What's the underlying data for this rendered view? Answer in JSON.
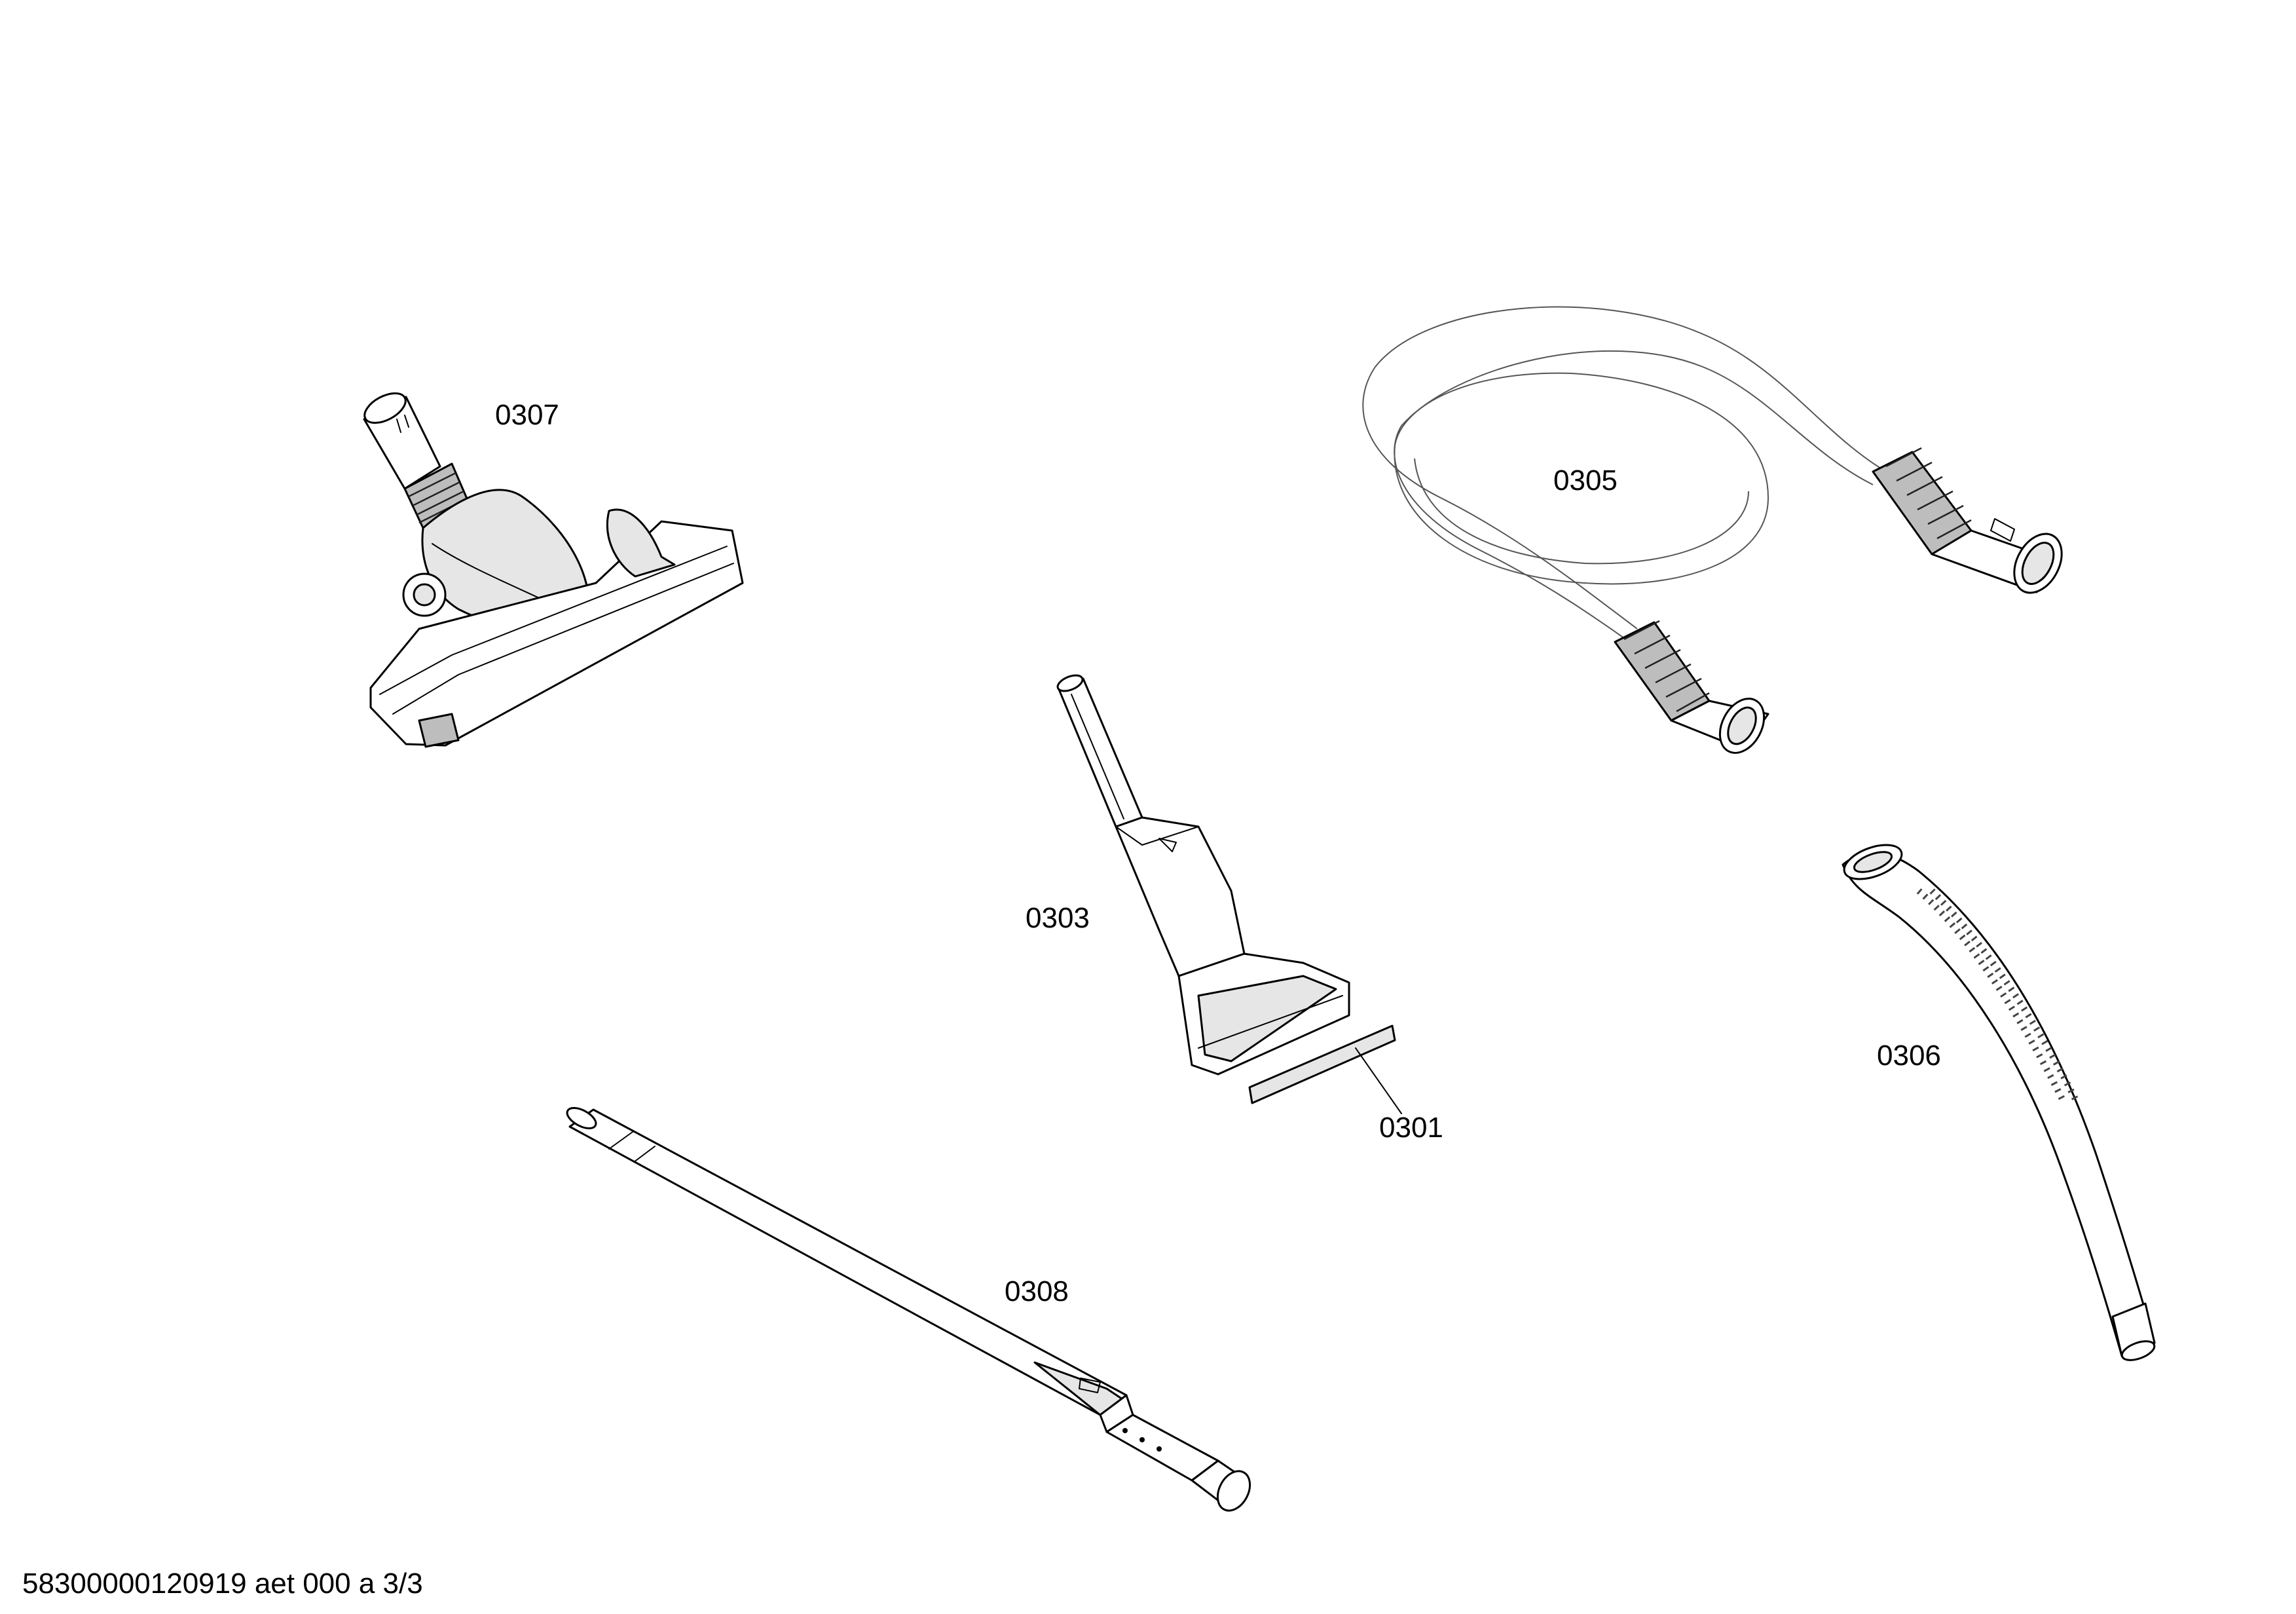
{
  "diagram": {
    "parts": [
      {
        "id": "0307",
        "name": "floor nozzle"
      },
      {
        "id": "0305",
        "name": "suction hose"
      },
      {
        "id": "0303",
        "name": "upholstery nozzle"
      },
      {
        "id": "0301",
        "name": "brush strip"
      },
      {
        "id": "0306",
        "name": "handle"
      },
      {
        "id": "0308",
        "name": "telescopic tube"
      }
    ]
  },
  "footer": {
    "code": "58300000120919 aet 000 a 3/3"
  }
}
